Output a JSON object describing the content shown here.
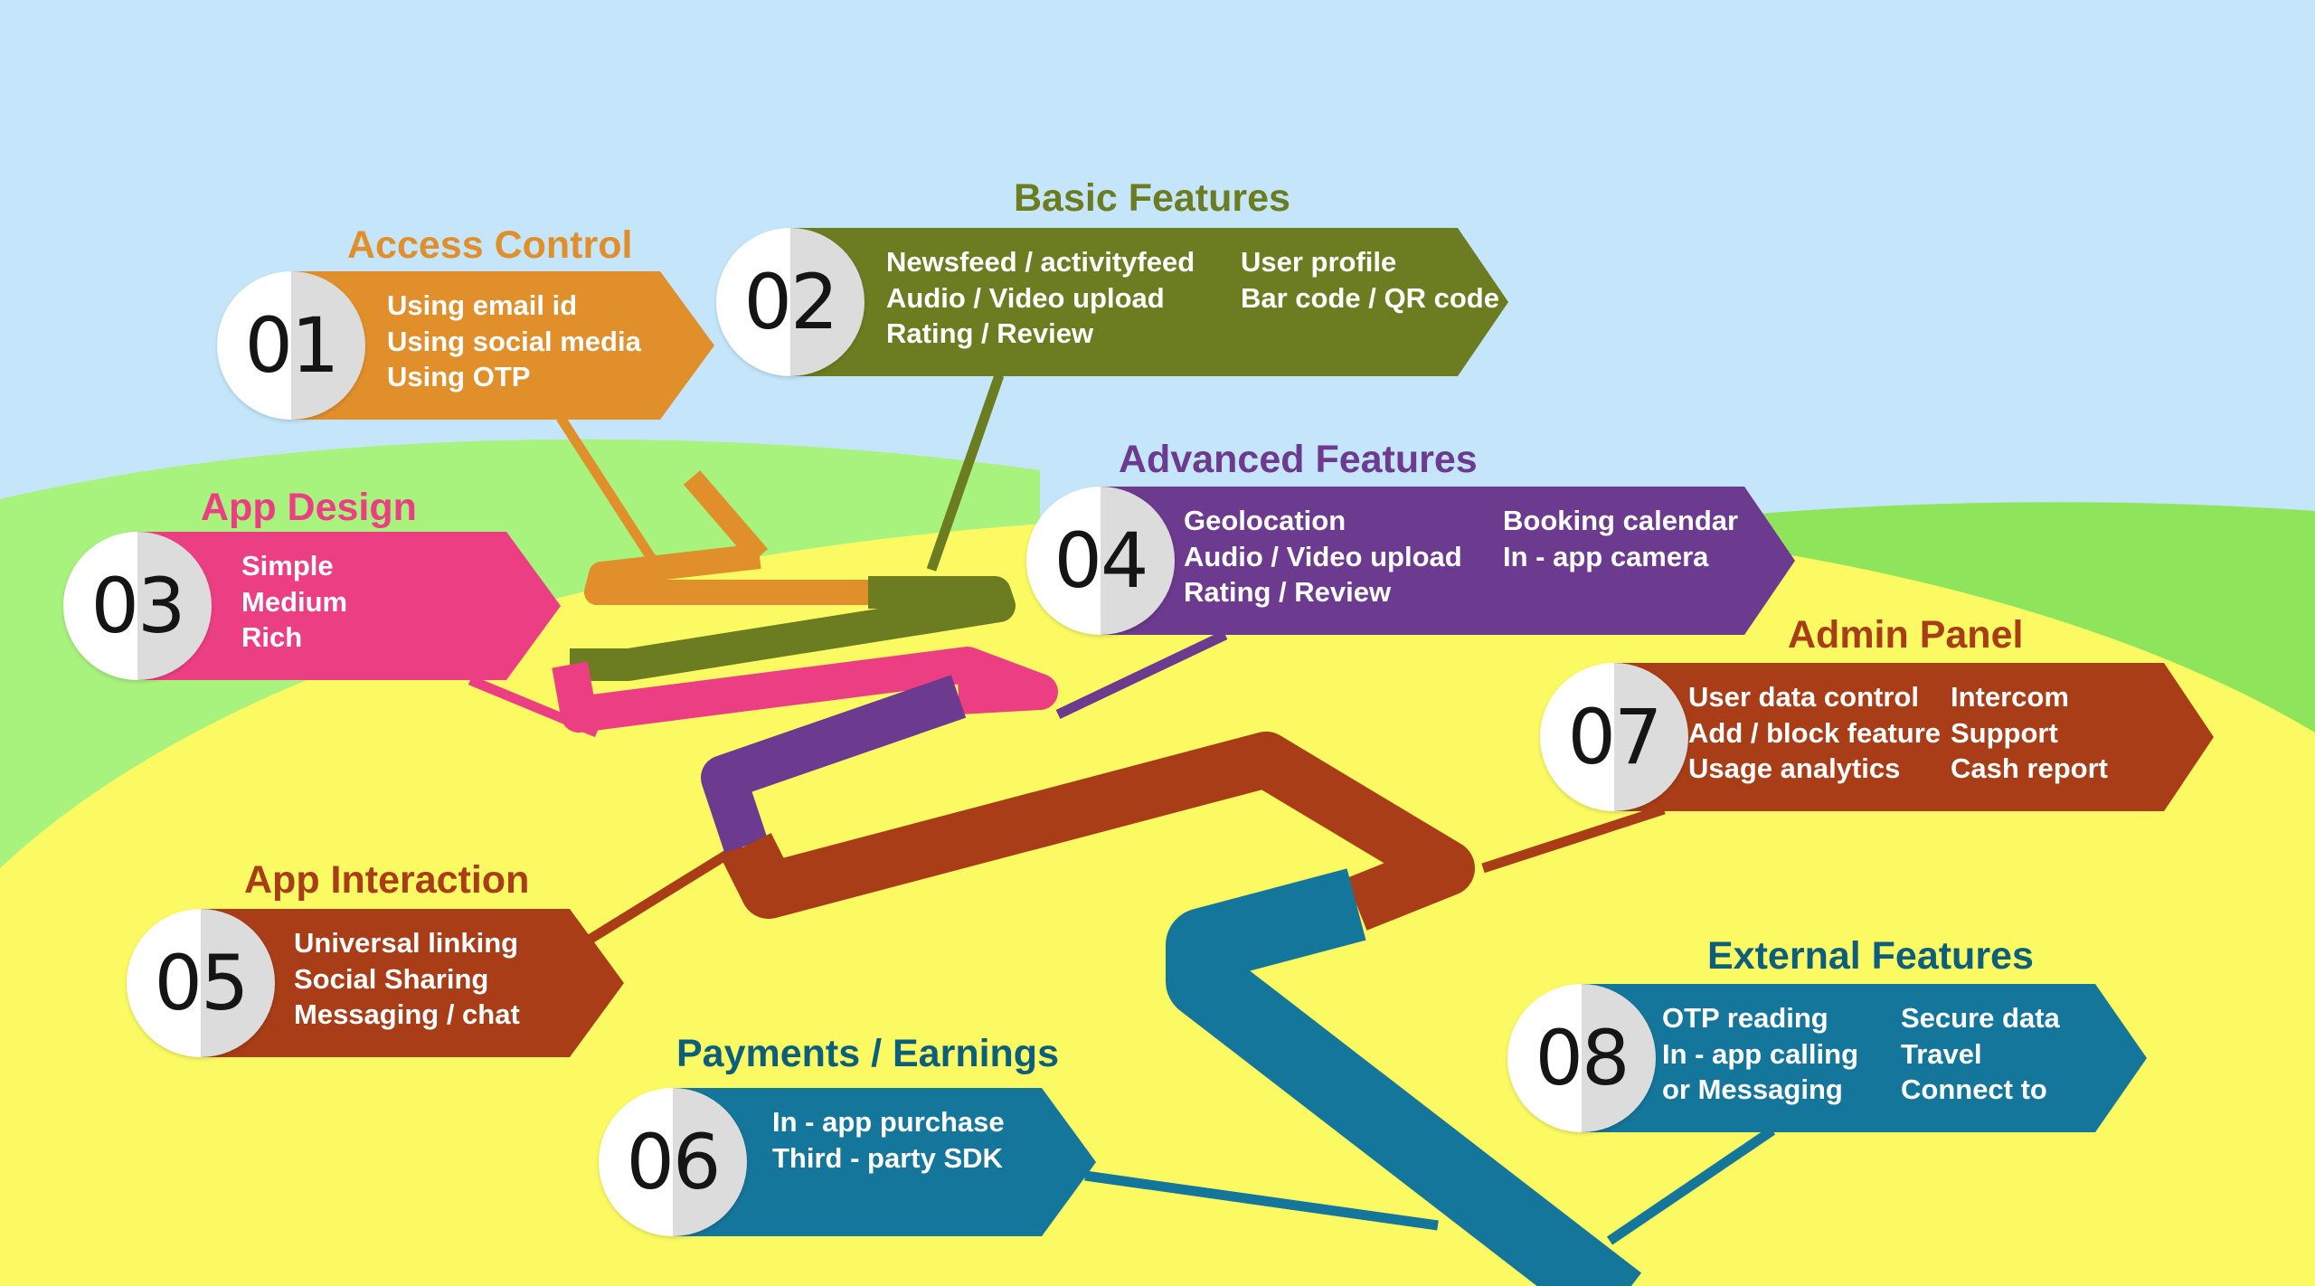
{
  "colors": {
    "sky": "#c5e6fa",
    "hill_back": "#a8f27e",
    "hill_right": "#8ee55b",
    "ground": "#fbfa63",
    "access_control": "#e08f2b",
    "basic_features": "#6b7d20",
    "app_design": "#ec3f83",
    "advanced_features": "#6c3a8e",
    "admin_panel": "#a83d18",
    "app_interaction": "#a83d18",
    "payments": "#14769a",
    "external_features": "#14769a"
  },
  "sections": {
    "s01": {
      "number": "01",
      "title": "Access Control",
      "col1": [
        "Using email id",
        "Using social media",
        "Using OTP"
      ],
      "col2": []
    },
    "s02": {
      "number": "02",
      "title": "Basic Features",
      "col1": [
        "Newsfeed / activityfeed",
        "Audio / Video upload",
        "Rating / Review"
      ],
      "col2": [
        "User profile",
        "Bar code / QR code"
      ]
    },
    "s03": {
      "number": "03",
      "title": "App Design",
      "col1": [
        "Simple",
        "Medium",
        "Rich"
      ],
      "col2": []
    },
    "s04": {
      "number": "04",
      "title": "Advanced Features",
      "col1": [
        "Geolocation",
        "Audio / Video upload",
        "Rating / Review"
      ],
      "col2": [
        "Booking calendar",
        "In - app camera"
      ]
    },
    "s05": {
      "number": "05",
      "title": "App Interaction",
      "col1": [
        "Universal linking",
        "Social Sharing",
        "Messaging / chat"
      ],
      "col2": []
    },
    "s06": {
      "number": "06",
      "title": "Payments / Earnings",
      "col1": [
        "In - app purchase",
        "Third - party SDK"
      ],
      "col2": []
    },
    "s07": {
      "number": "07",
      "title": "Admin Panel",
      "col1": [
        "User data control",
        "Add / block feature",
        "Usage analytics"
      ],
      "col2": [
        "Intercom",
        "Support",
        "Cash report"
      ]
    },
    "s08": {
      "number": "08",
      "title": "External Features",
      "col1": [
        "OTP reading",
        "In - app calling",
        "or Messaging"
      ],
      "col2": [
        "Secure data",
        "Travel",
        "Connect to"
      ]
    }
  }
}
